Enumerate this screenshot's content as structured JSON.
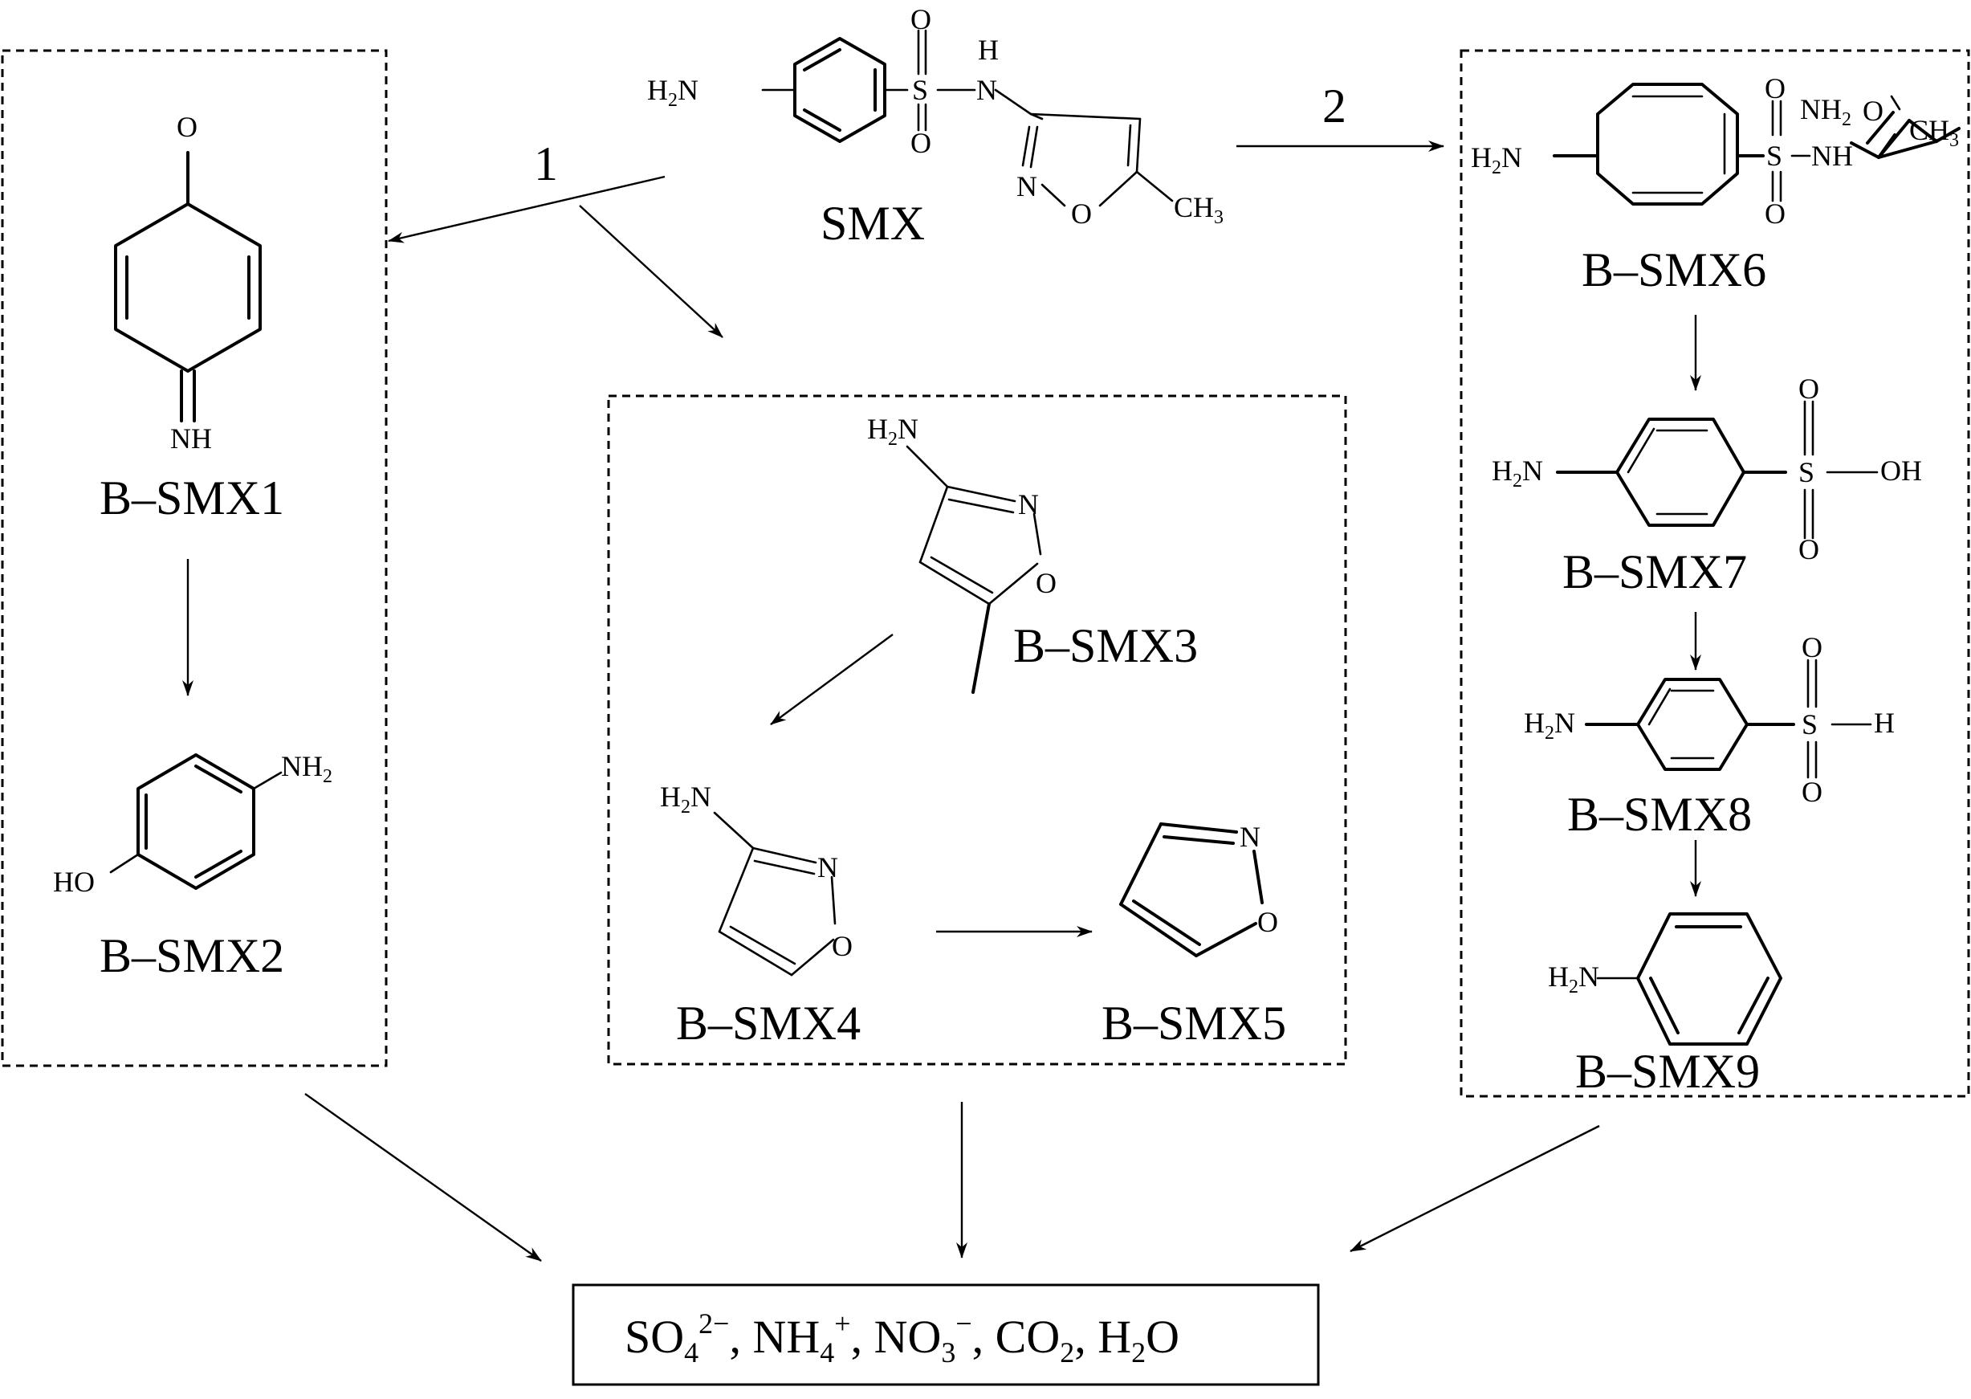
{
  "compounds": {
    "smx": "SMX",
    "b1": "B–SMX1",
    "b2": "B–SMX2",
    "b3": "B–SMX3",
    "b4": "B–SMX4",
    "b5": "B–SMX5",
    "b6": "B–SMX6",
    "b7": "B–SMX7",
    "b8": "B–SMX8",
    "b9": "B–SMX9"
  },
  "pathways": {
    "p1": "1",
    "p2": "2"
  },
  "atoms": {
    "h": "H",
    "n": "N",
    "o": "O",
    "s": "S",
    "oh": "OH",
    "ho": "HO",
    "nh": "NH",
    "h2n_h": "H",
    "h2n_2": "2",
    "h2n_n": "N",
    "nh2_nh": "NH",
    "nh2_2": "2",
    "ch3_ch": "CH",
    "ch3_3": "3"
  },
  "products": {
    "so4": "SO",
    "so4_sub": "4",
    "so4_sup": "2−",
    "nh4": ", NH",
    "nh4_sub": "4",
    "nh4_sup": "+",
    "no3": ", NO",
    "no3_sub": "3",
    "no3_sup": "−",
    "co2": ", CO",
    "co2_sub": "2",
    "h2o": ", H",
    "h2o_sub": "2",
    "h2o_o": "O"
  }
}
